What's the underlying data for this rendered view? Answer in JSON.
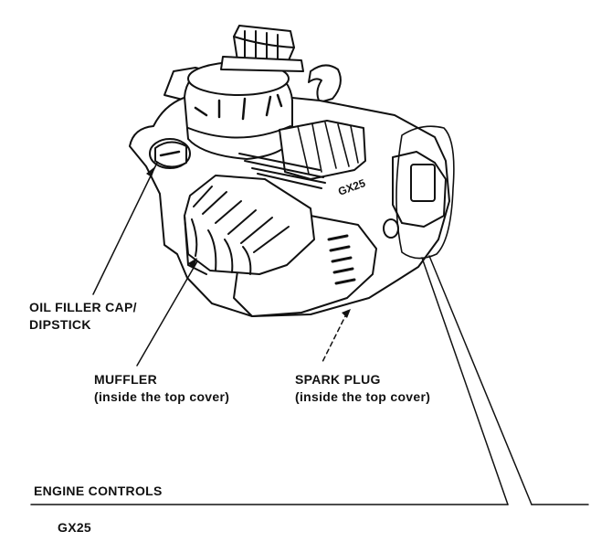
{
  "callouts": {
    "oil_filler_cap": {
      "line1": "OIL FILLER CAP/",
      "line2": "DIPSTICK"
    },
    "muffler": {
      "line1": "MUFFLER",
      "line2": "(inside the top cover)"
    },
    "spark_plug": {
      "line1": "SPARK PLUG",
      "line2": "(inside the top cover)"
    },
    "engine_controls": "ENGINE CONTROLS"
  },
  "model": "GX25",
  "embossed_text": "GX25"
}
